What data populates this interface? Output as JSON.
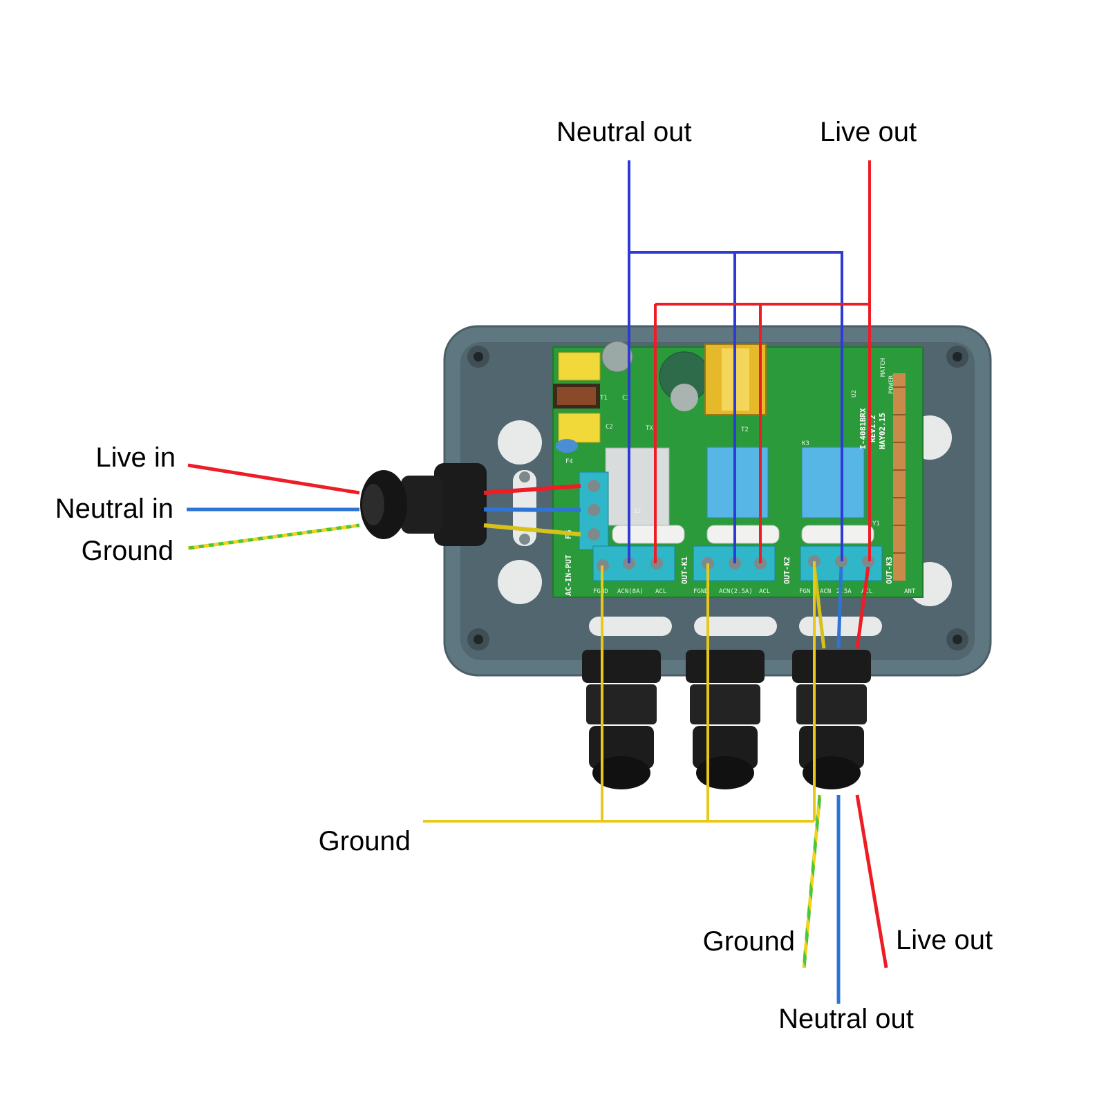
{
  "labels": {
    "neutral_out_top": "Neutral out",
    "live_out_top": "Live out",
    "live_in": "Live in",
    "neutral_in": "Neutral in",
    "ground_in": "Ground",
    "ground_mid": "Ground",
    "ground_out": "Ground",
    "live_out_bottom": "Live out",
    "neutral_out_bottom": "Neutral out"
  },
  "pcb": {
    "input_header": "AC-IN-PUT",
    "input_sub": "FG",
    "out_k1": "OUT-K1",
    "out_k2": "OUT-K2",
    "out_k3": "OUT-K3",
    "k1_pins": [
      "FGND",
      "ACN(8A)",
      "ACL"
    ],
    "k2_pins": [
      "FGND",
      "ACN(2.5A)",
      "ACL"
    ],
    "k3_pins": [
      "FGN",
      "ACN",
      "2.5A",
      "ACL"
    ],
    "board_id": "I-4081BRX",
    "board_rev": "REV1.2",
    "board_date": "HAY02.15",
    "relay_mark": "12",
    "ant": "ANT",
    "match": "MATCH",
    "power": "POWER",
    "y1": "Y1",
    "k3": "K3",
    "t1": "T1",
    "t2": "T2",
    "c2": "C2",
    "c3": "C3",
    "f4": "F4",
    "tx": "TX",
    "u2": "U2"
  },
  "colors": {
    "live": "#ee1c25",
    "neutral": "#2e3ad6",
    "ground_line": "#e8c81a",
    "ground_wire_a": "#f2d21a",
    "ground_wire_b": "#49c63a",
    "enclosure": "#5e7680",
    "pcb": "#2b9a3a",
    "terminal": "#2fb7c9"
  }
}
